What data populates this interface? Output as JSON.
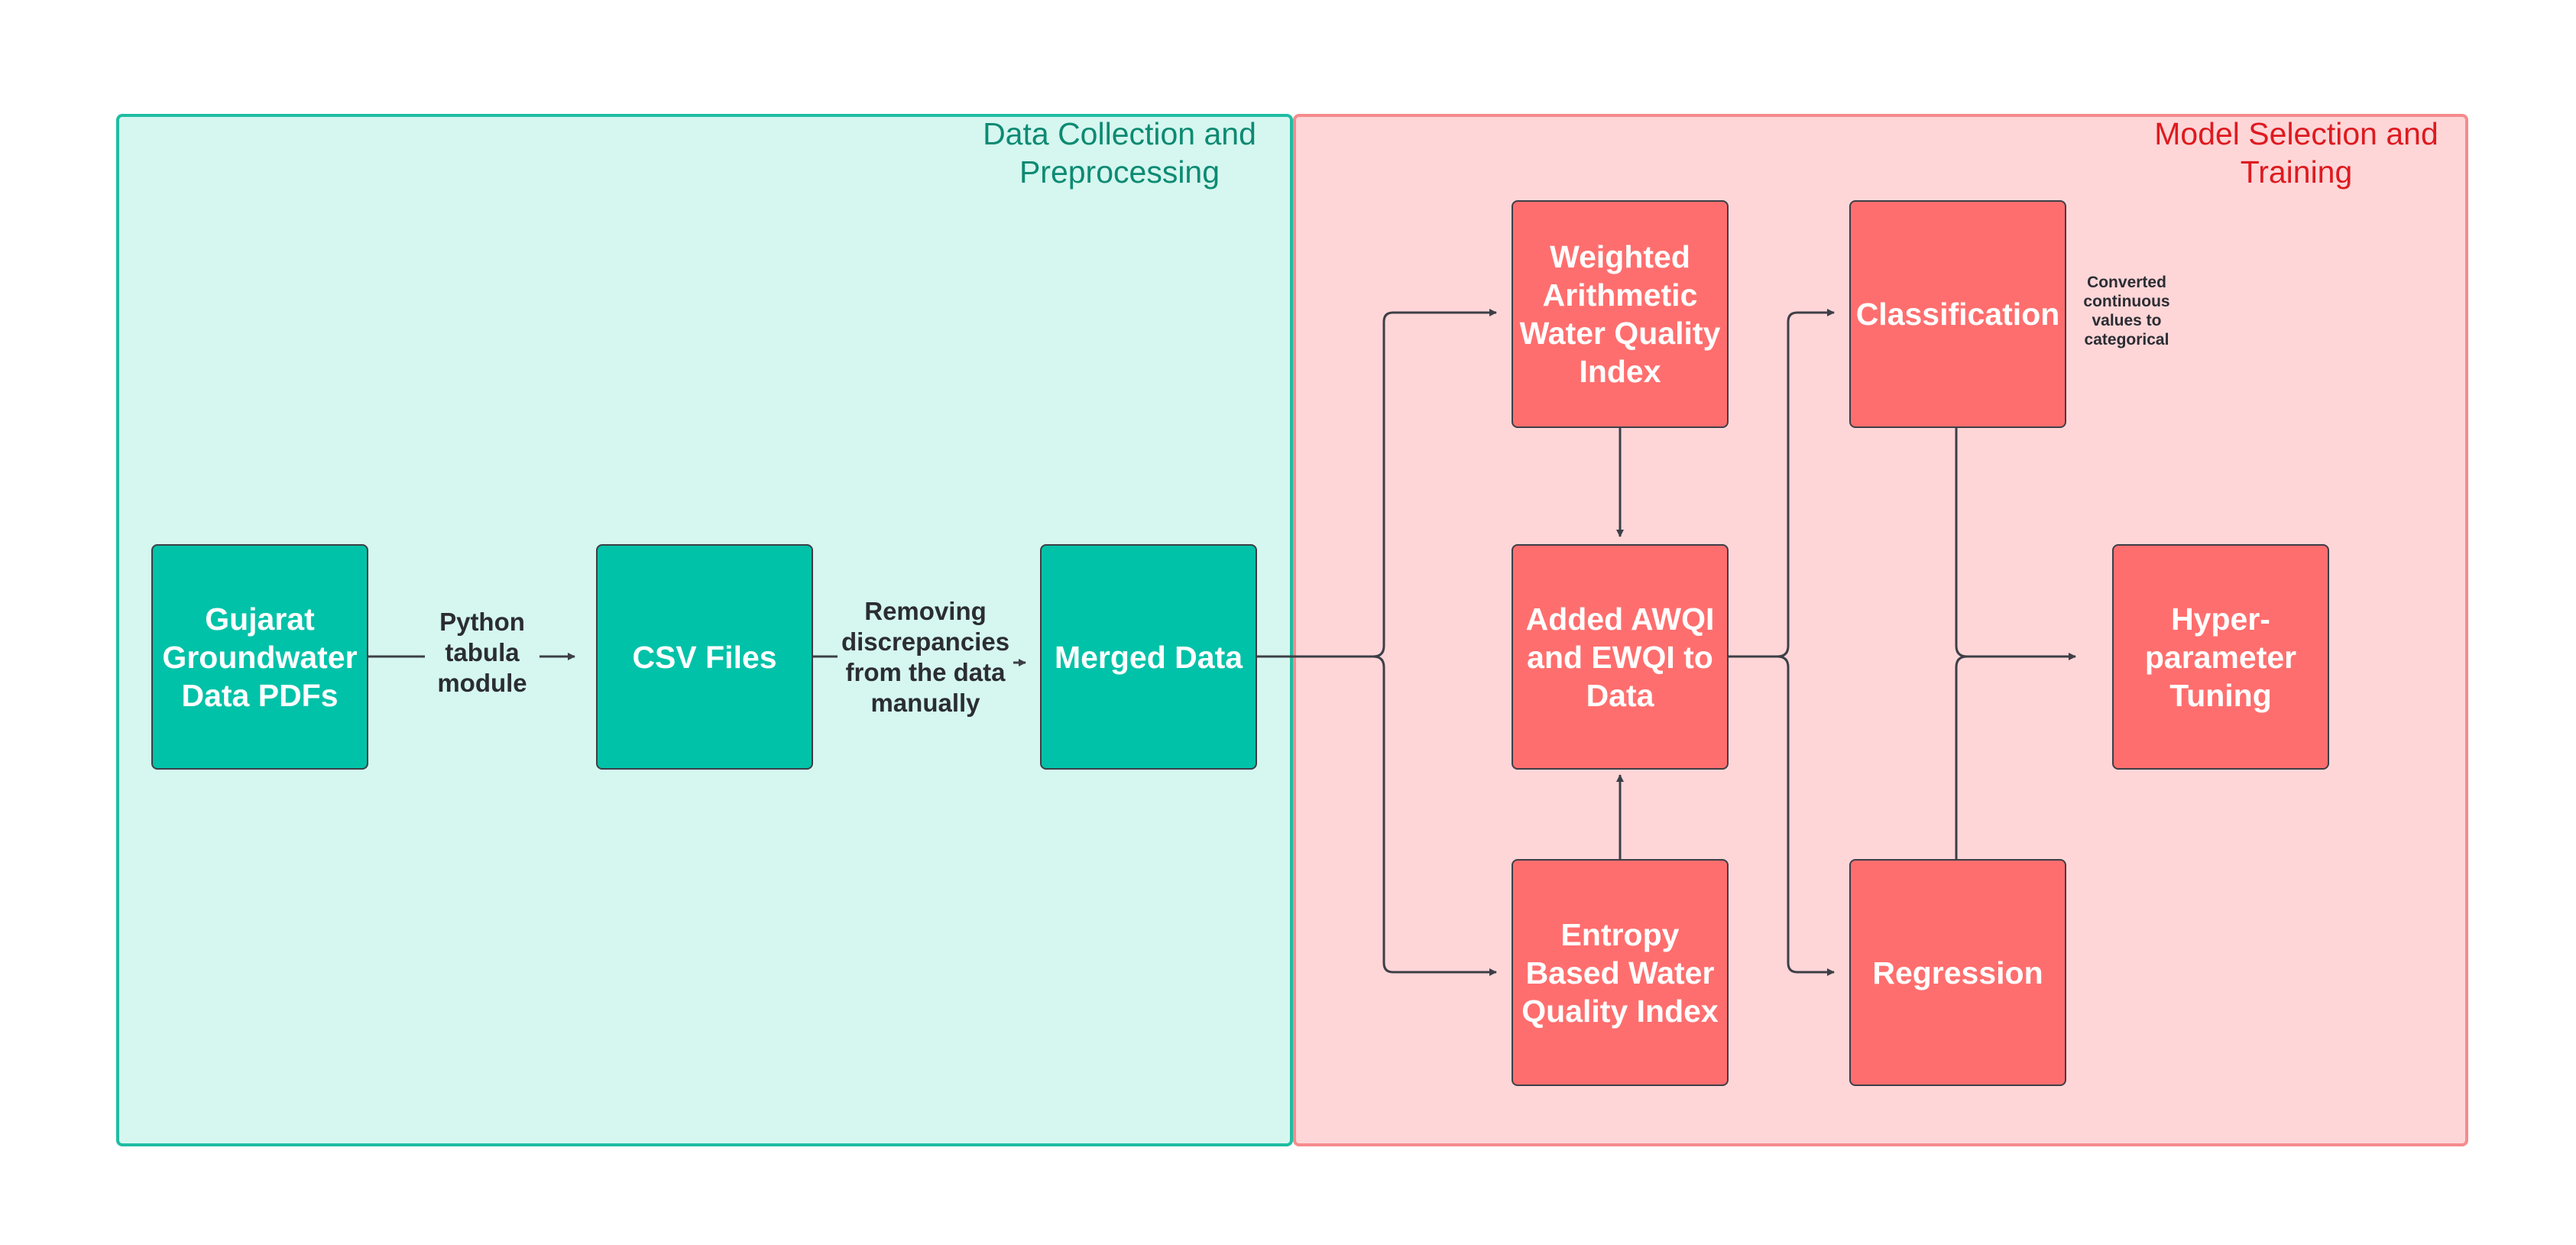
{
  "panels": {
    "left_title": "Data Collection and Preprocessing",
    "right_title": "Model Selection and Training"
  },
  "nodes": {
    "pdfs": "Gujarat Groundwater Data PDFs",
    "csv": "CSV Files",
    "merged": "Merged Data",
    "awqi": "Weighted Arithmetic Water Quality Index",
    "added": "Added AWQI and EWQI to Data",
    "ewqi": "Entropy Based Water Quality Index",
    "classification": "Classification",
    "regression": "Regression",
    "tuning": "Hyper-parameter Tuning"
  },
  "edge_labels": {
    "python_tabula": "Python tabula module",
    "removing": "Removing discrepancies from the data manually",
    "converted": "Converted continuous values to categorical"
  },
  "colors": {
    "teal_fill": "#00c2a8",
    "red_fill": "#ff6e6e",
    "left_panel_bg": "#d5f7ef",
    "right_panel_bg": "#ffd6d8",
    "left_title": "#0d8a73",
    "right_title": "#de1a1f",
    "connector": "#3d3f47"
  }
}
